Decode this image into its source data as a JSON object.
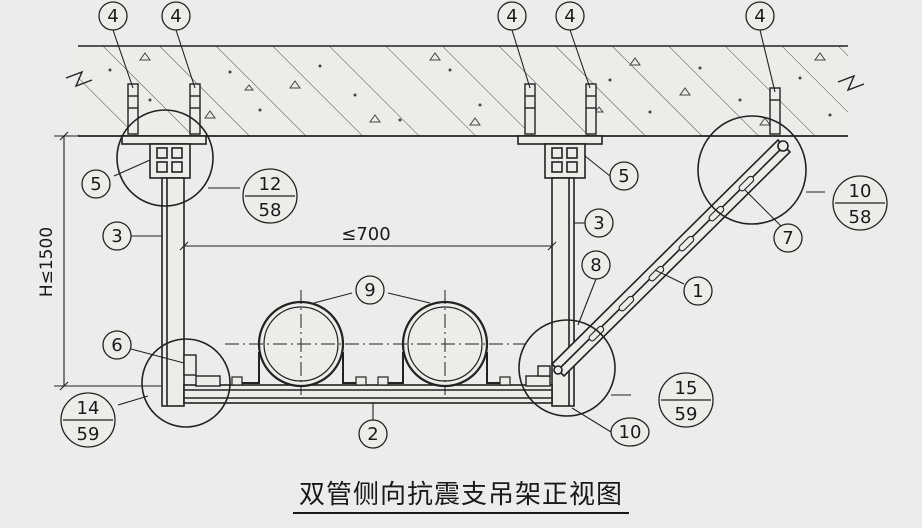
{
  "title": "双管侧向抗震支吊架正视图",
  "dimensions": {
    "spacing": "≤700",
    "height": "H≤1500"
  },
  "callouts": {
    "c1": "1",
    "c2": "2",
    "c3": "3",
    "c4": "4",
    "c5": "5",
    "c6": "6",
    "c7": "7",
    "c8": "8",
    "c9": "9",
    "c10": "10"
  },
  "details": [
    {
      "num": "12",
      "sheet": "58"
    },
    {
      "num": "10",
      "sheet": "58"
    },
    {
      "num": "14",
      "sheet": "59"
    },
    {
      "num": "15",
      "sheet": "59"
    }
  ]
}
